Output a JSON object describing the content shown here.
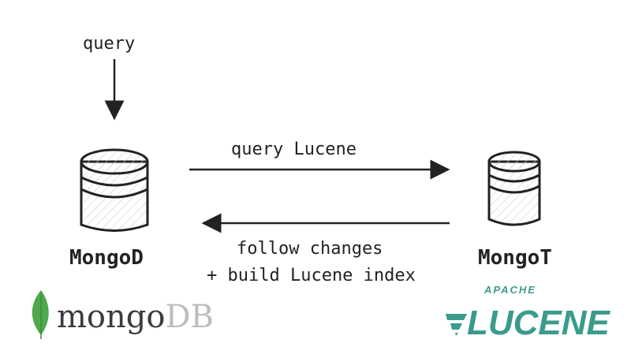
{
  "labels": {
    "query": "query",
    "query_lucene": "query Lucene",
    "follow_changes": "follow changes",
    "build_index": "+ build Lucene index",
    "mongod": "MongoD",
    "mongot": "MongoT"
  },
  "logos": {
    "mongodb_part1": "mongo",
    "mongodb_part2": "DB",
    "apache": "APACHE",
    "lucene": "LUCENE"
  },
  "colors": {
    "ink": "#222222",
    "mongodb_green": "#4fa84a",
    "lucene_teal": "#3a9b8c"
  }
}
